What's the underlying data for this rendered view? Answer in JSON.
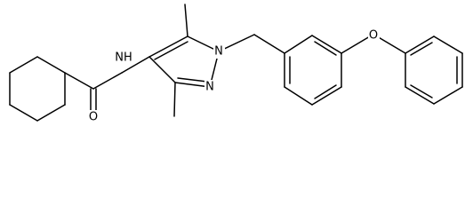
{
  "atoms": {
    "nh": "NH",
    "o_carbonyl": "O",
    "n1": "N",
    "n2": "N",
    "o_ether": "O"
  }
}
